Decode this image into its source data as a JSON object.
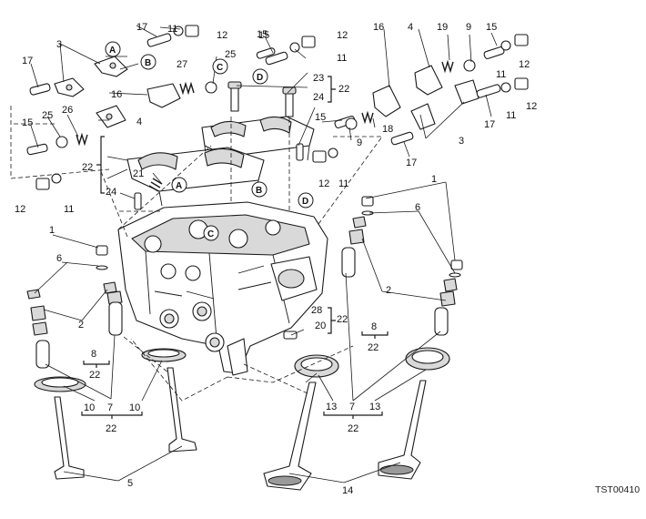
{
  "diagram": {
    "drawing_code": "TST00410",
    "callouts": {
      "c1": "17",
      "c2": "11",
      "c3": "12",
      "c4": "3",
      "c5": "A",
      "c6": "B",
      "c7": "25",
      "c8": "27",
      "c9": "C",
      "c10": "16",
      "c11": "17",
      "c12": "15",
      "c13": "26",
      "c14": "25",
      "c15": "4",
      "c16": "15",
      "c17": "12",
      "c18": "11",
      "c19": "15",
      "c20": "12",
      "c21": "11",
      "c22": "D",
      "c23": "23",
      "c24": "22",
      "c25": "24",
      "c26": "16",
      "c27": "4",
      "c28": "19",
      "c29": "9",
      "c30": "15",
      "c31": "12",
      "c32": "11",
      "c33": "12",
      "c34": "11",
      "c35": "17",
      "c36": "3",
      "c37": "15",
      "c38": "9",
      "c39": "18",
      "c40": "17",
      "c41": "12",
      "c42": "11",
      "c43": "22",
      "c44": "21",
      "c45": "24",
      "c46": "A",
      "c47": "B",
      "c48": "D",
      "c49": "C",
      "c50": "1",
      "c51": "6",
      "c52": "2",
      "c53": "8",
      "c54": "22",
      "c55": "10",
      "c56": "7",
      "c57": "10",
      "c58": "22",
      "c59": "5",
      "c60": "28",
      "c61": "20",
      "c62": "22",
      "c63": "1",
      "c64": "6",
      "c65": "2",
      "c66": "8",
      "c67": "22",
      "c68": "13",
      "c69": "7",
      "c70": "13",
      "c71": "22",
      "c72": "14"
    }
  }
}
